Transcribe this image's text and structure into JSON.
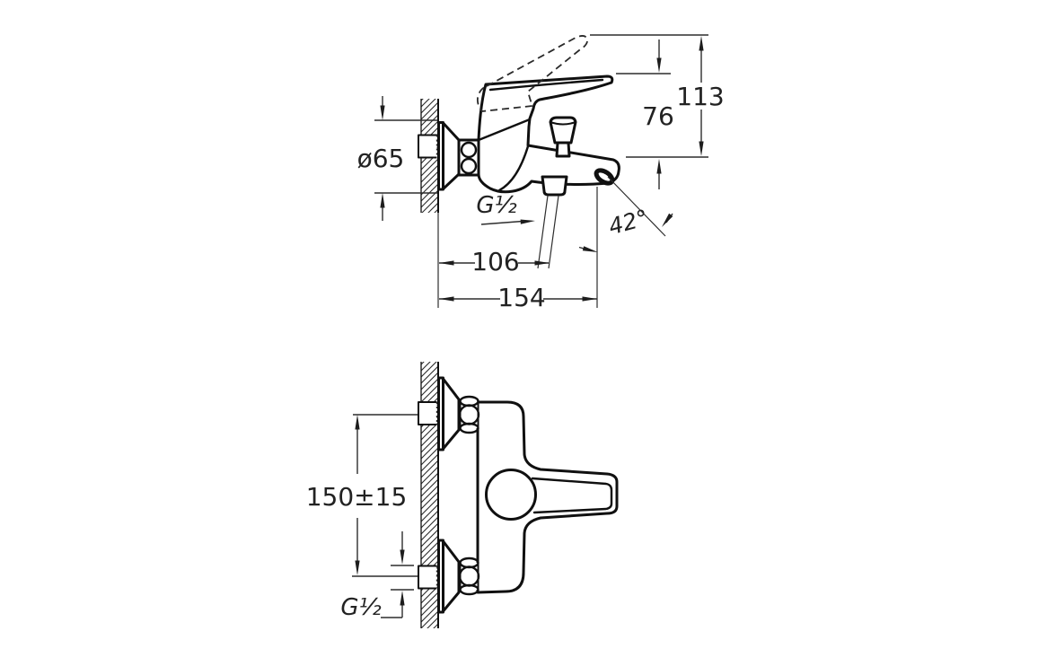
{
  "drawing": {
    "type": "technical-dimension-drawing",
    "subject": "wall-mounted bath mixer faucet",
    "colors": {
      "background": "#ffffff",
      "line": "#101010",
      "dimension": "#2d2d2d",
      "text": "#222222"
    },
    "side": {
      "dims": {
        "diameter_label": "ø65",
        "total_height_label": "113",
        "handle_height_label": "76",
        "thread_label": "G½",
        "spout_angle_label": "42°",
        "outlet_depth_label": "106",
        "total_depth_label": "154"
      }
    },
    "plan": {
      "dims": {
        "connection_spacing_label": "150±15",
        "thread_label": "G½"
      }
    }
  }
}
